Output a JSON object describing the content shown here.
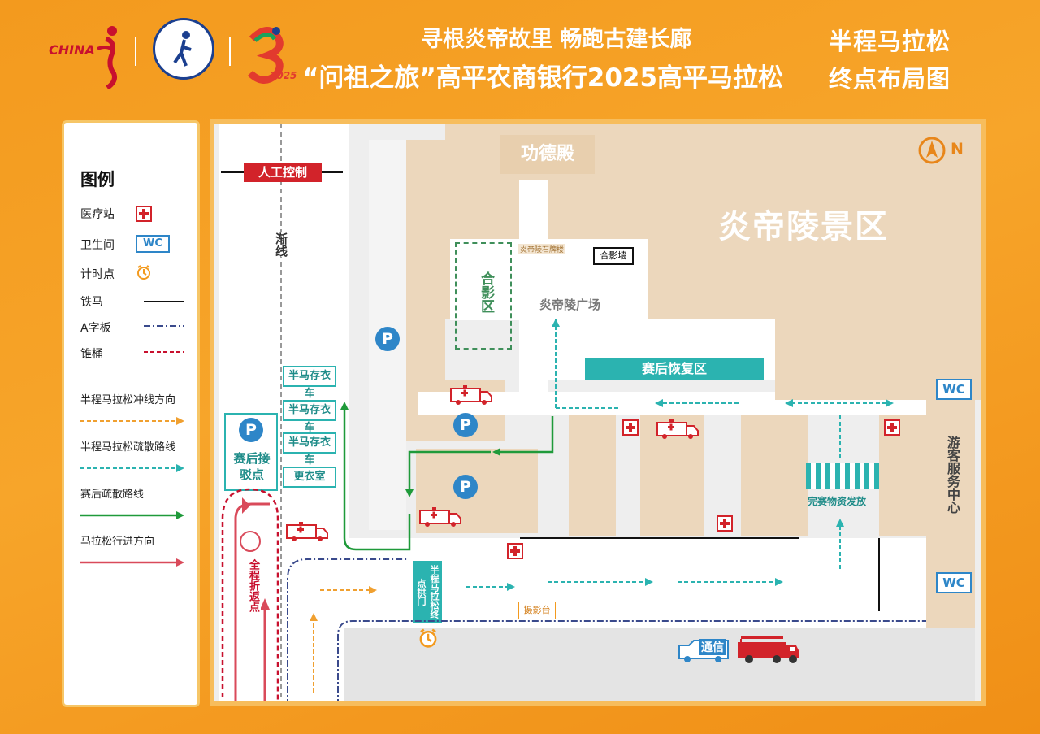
{
  "header": {
    "slogan": "寻根炎帝故里 畅跑古建长廊",
    "title": "“问祖之旅”高平农商银行2025高平马拉松",
    "map_title_line1": "半程马拉松",
    "map_title_line2": "终点布局图",
    "china_marathon_logo_text": "CHINA",
    "logo_year": "2025"
  },
  "legend": {
    "title": "图例",
    "items": [
      {
        "label": "医疗站",
        "icon": "medical-cross-icon"
      },
      {
        "label": "卫生间",
        "icon": "wc-icon",
        "icon_text": "WC"
      },
      {
        "label": "计时点",
        "icon": "timer-icon"
      },
      {
        "label": "铁马",
        "icon": "solid-line"
      },
      {
        "label": "A字板",
        "icon": "dash-dot-line"
      },
      {
        "label": "锥桶",
        "icon": "red-dashed-line"
      },
      {
        "label": "半程马拉松冲线方向",
        "icon": "orange-dashed-arrow"
      },
      {
        "label": "半程马拉松疏散路线",
        "icon": "teal-dashed-arrow"
      },
      {
        "label": "赛后疏散路线",
        "icon": "green-arrow"
      },
      {
        "label": "马拉松行进方向",
        "icon": "red-arrow"
      }
    ]
  },
  "map": {
    "manual_control": "人工控制",
    "gradient_line": "渐线",
    "gongde_hall": "功德殿",
    "scenic_area": "炎帝陵景区",
    "north": "N",
    "photo_area": "合影区",
    "stone_archway": "炎帝陵石牌楼",
    "photo_wall": "合影墙",
    "plaza": "炎帝陵广场",
    "recovery_area": "赛后恢复区",
    "bag_trucks": [
      "半马存衣车",
      "半马存衣车",
      "半马存衣车"
    ],
    "changing_room": "更衣室",
    "pickup_point": "赛后接驳点",
    "turnaround": "全程折返点",
    "finish_arch": "半程马拉松终点拱门",
    "photo_stage": "摄影台",
    "supply_area": "完赛物资发放",
    "visitor_center": "游客服务中心",
    "comm_vehicle": "通信",
    "wc": "WC",
    "parking": "P"
  },
  "colors": {
    "orange": "#f39a1e",
    "teal": "#2bb3b0",
    "green": "#1f9a3a",
    "red": "#d2232a",
    "blue": "#2e86c8",
    "tan": "#ecd7bc"
  }
}
